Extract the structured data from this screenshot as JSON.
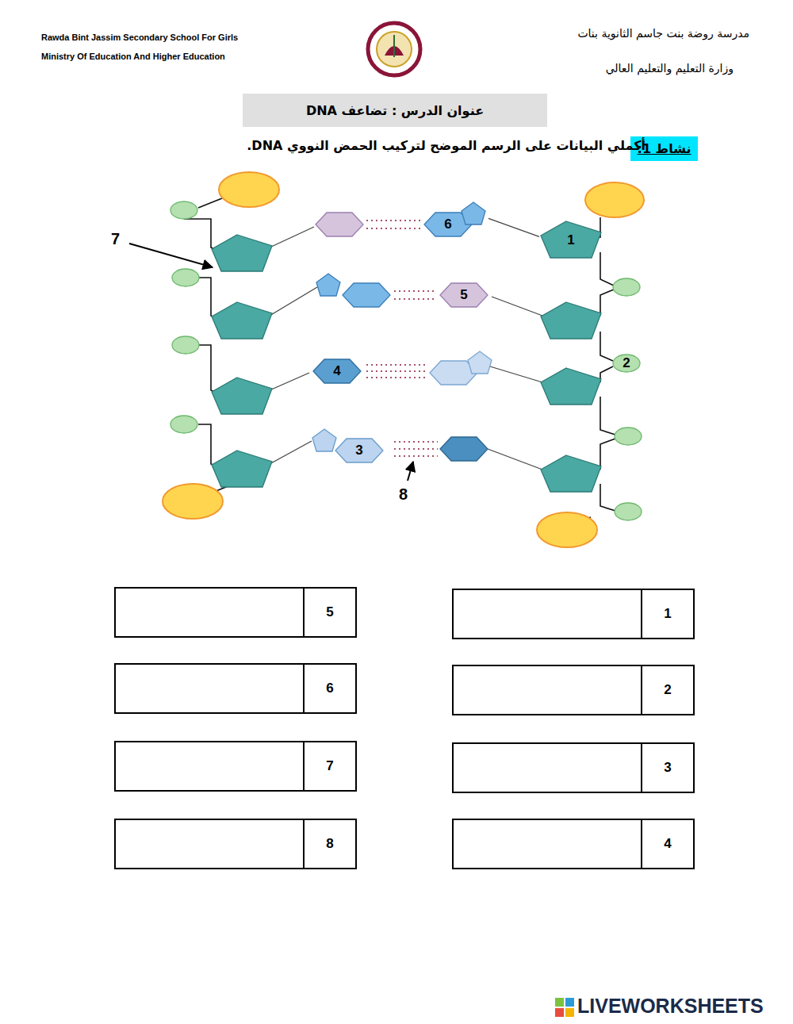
{
  "diagram": {
    "nodes": [
      {
        "text": [
          "عنوان الدرس : تضاعف DNA"
        ]
      },
      {
        "text": [
          "نشاط 1:"
        ]
      },
      {
        "text": [
          "6"
        ]
      },
      {
        "text": [
          "1"
        ]
      },
      {
        "text": [
          "5"
        ]
      },
      {
        "text": [
          "2"
        ]
      },
      {
        "text": [
          "4"
        ]
      },
      {
        "text": [
          "3"
        ]
      },
      {
        "text": [
          "1"
        ]
      },
      {
        "text": [
          "5"
        ]
      },
      {
        "text": [
          "2"
        ]
      },
      {
        "text": [
          "6"
        ]
      },
      {
        "text": [
          "3"
        ]
      },
      {
        "text": [
          "7"
        ]
      },
      {
        "text": [
          "4"
        ]
      },
      {
        "text": [
          "8"
        ]
      }
    ],
    "edges": [
      {
        "from": 2,
        "to": 3,
        "arrow": "none"
      }
    ],
    "labels": [
      "Rawda Bint Jassim Secondary School For Girls",
      "Ministry Of Education And Higher Education",
      "مدرسة روضة بنت جاسم الثانوية بنات",
      "وزارة التعليم والتعليم العالي",
      "أكملي البيانات على الرسم الموضح لتركيب الحمض النووي DNA.",
      "7",
      "8",
      "LIVEWORKSHEETS"
    ]
  }
}
